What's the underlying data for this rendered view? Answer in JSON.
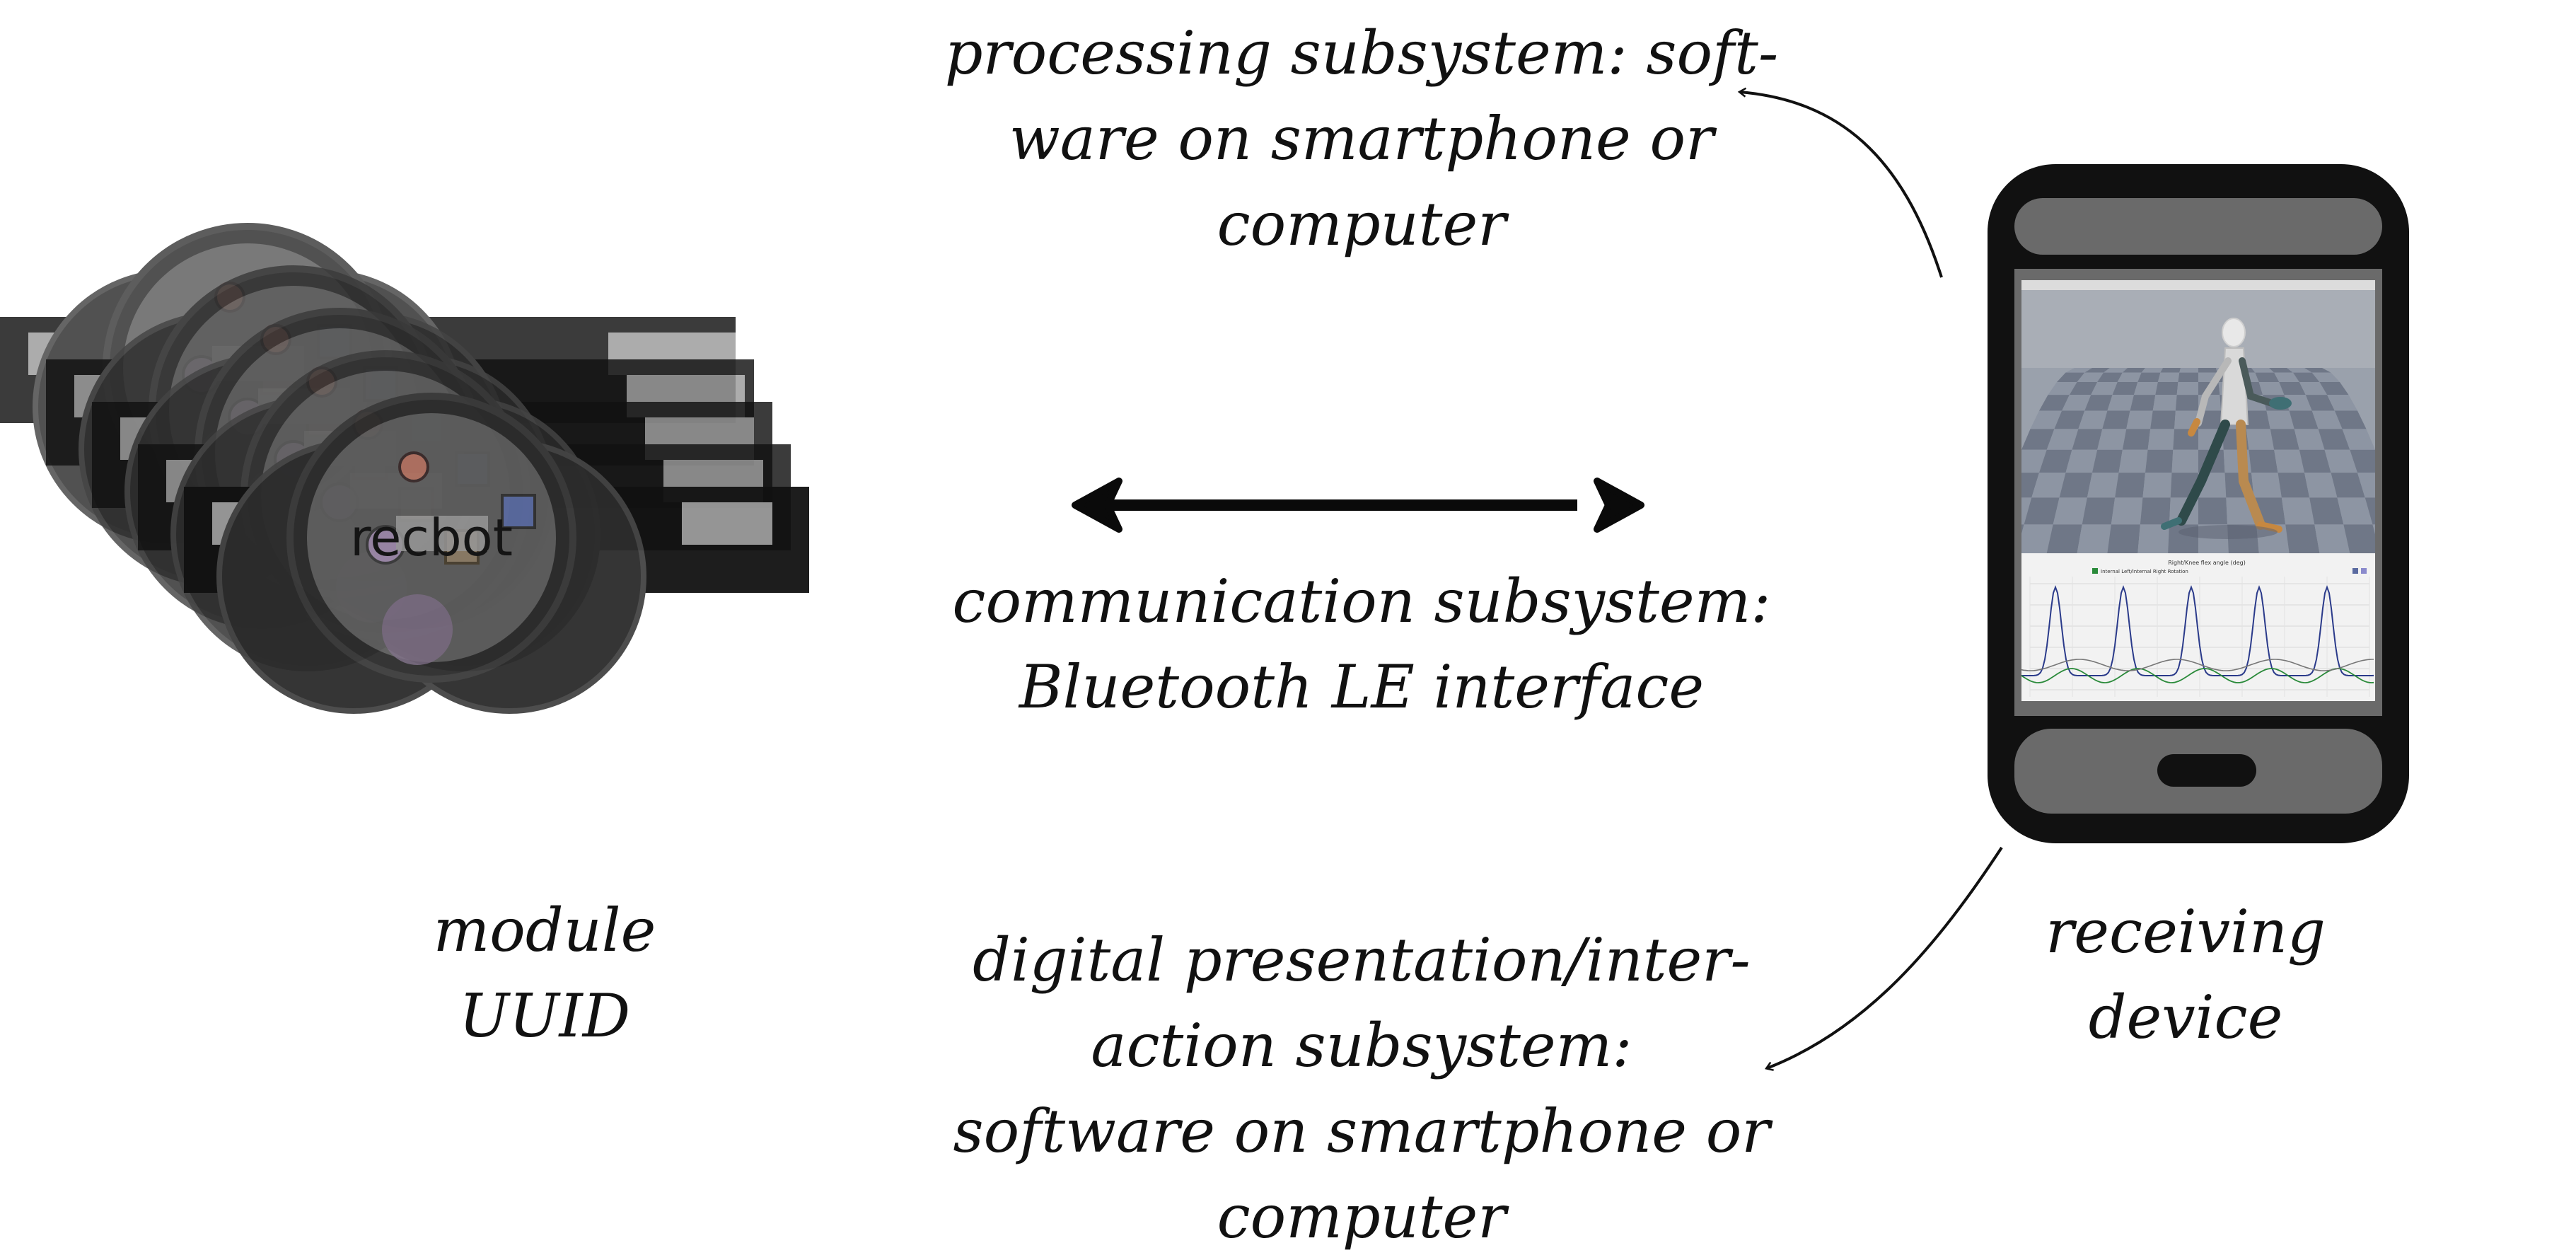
{
  "captions": {
    "processing": [
      "processing subsystem: soft-",
      "ware on smartphone or",
      "computer"
    ],
    "communication": [
      "communication subsystem:",
      "Bluetooth LE interface"
    ],
    "presentation": [
      "digital presentation/inter-",
      "action subsystem:",
      "software on smartphone or",
      "computer"
    ],
    "module": [
      "module",
      "UUID"
    ],
    "device": [
      "receiving",
      "device"
    ]
  },
  "module_stack": {
    "brand_label": "recbot",
    "count": 5,
    "colors": {
      "strap": "#111111",
      "strap_window": "#9a9a9a",
      "disc_outer": "#2b2b2b",
      "disc_face": "#5c5c5c",
      "led": "#b07060",
      "button": "#9a86a6",
      "pad": "#8a7a64",
      "blue_port": "#5a6aa0"
    }
  },
  "phone_screen": {
    "plot_legend": "Internal Left/Internal Right Rotation",
    "plot_title": "Right/Knee flex angle (deg)",
    "colors": {
      "body": "#111111",
      "frame": "#6a6a6a",
      "floor_light": "#8d95a3",
      "floor_dark": "#6f7787",
      "plot_bg": "#f2f2f2",
      "trace_main": "#2a3a8a",
      "trace_green": "#2a8a3a",
      "trace_gray": "#777777"
    }
  }
}
